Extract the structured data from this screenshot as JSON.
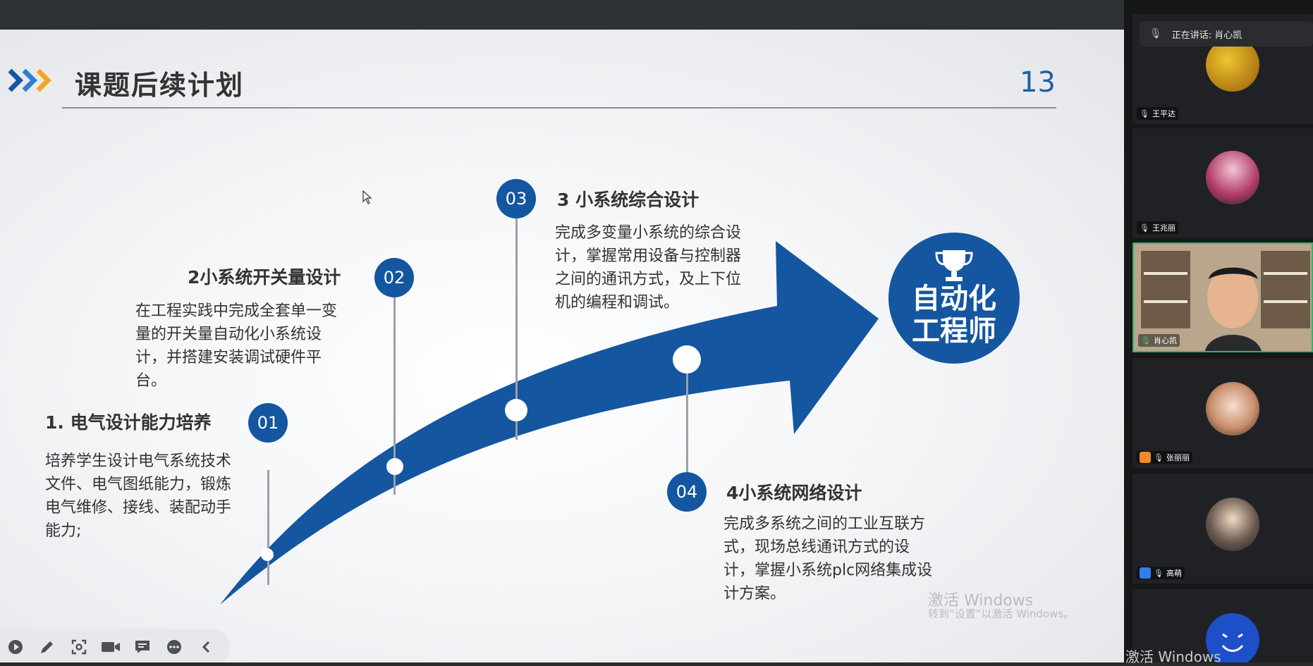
{
  "slide": {
    "title": "课题后续计划",
    "page_number": "13",
    "badge_text": "自动化工程师",
    "steps": [
      {
        "num": "01",
        "title": "1. 电气设计能力培养",
        "desc": "培养学生设计电气系统技术文件、电气图纸能力，锻炼电气维修、接线、装配动手能力;"
      },
      {
        "num": "02",
        "title": "2小系统开关量设计",
        "desc": "在工程实践中完成全套单一变量的开关量自动化小系统设计，并搭建安装调试硬件平台。"
      },
      {
        "num": "03",
        "title": "3 小系统综合设计",
        "desc": "完成多变量小系统的综合设计，掌握常用设备与控制器之间的通讯方式，及上下位机的编程和调试。"
      },
      {
        "num": "04",
        "title": "4小系统网络设计",
        "desc": "完成多系统之间的工业互联方式，现场总线通讯方式的设计，掌握小系统plc网络集成设计方案。"
      }
    ],
    "watermark_line1": "激活 Windows",
    "watermark_line2": "转到“设置”以激活 Windows。",
    "colors": {
      "primary": "#1456a0",
      "arrow": "#1456a0"
    }
  },
  "toolbar": {
    "tools": [
      "play-icon",
      "pen-icon",
      "screenshot-icon",
      "camera-icon",
      "comment-icon",
      "more-icon",
      "collapse-icon"
    ]
  },
  "panel": {
    "speaking_label": "正在讲话: 肖心凯",
    "participants": [
      {
        "name": "王平达"
      },
      {
        "name": "王兆丽"
      },
      {
        "name": "肖心凯"
      },
      {
        "name": "张丽丽"
      },
      {
        "name": "高萌"
      },
      {
        "name": ""
      }
    ],
    "watermark": "激活 Windows"
  }
}
